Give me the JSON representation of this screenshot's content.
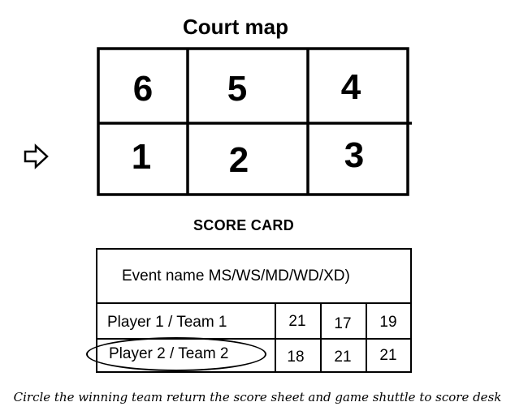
{
  "court_map": {
    "title": "Court map",
    "top_row": [
      "6",
      "5",
      "4"
    ],
    "bottom_row": [
      "1",
      "2",
      "3"
    ],
    "indicator_icon": "right-arrow-icon",
    "indicated_row": "bottom"
  },
  "score_card": {
    "title": "SCORE CARD",
    "event_name": "Event name MS/WS/MD/WD/XD)",
    "rows": [
      {
        "player": "Player 1 / Team 1",
        "scores": [
          "21",
          "17",
          "19"
        ]
      },
      {
        "player": "Player 2 / Team 2",
        "scores": [
          "18",
          "21",
          "21"
        ]
      }
    ],
    "circled_row": 1
  },
  "footer": {
    "instruction": "Circle the winning team  return the score sheet and game shuttle to score desk"
  }
}
